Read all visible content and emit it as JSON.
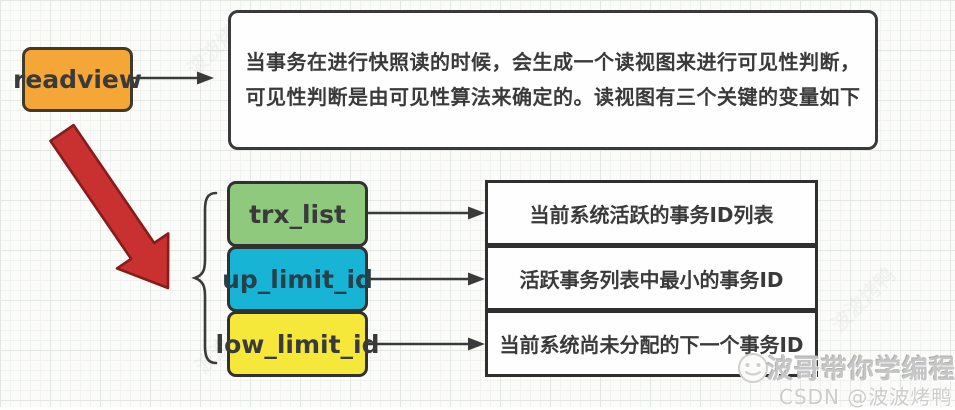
{
  "diagram": {
    "root_node": {
      "label": "readview"
    },
    "info_box": {
      "text": "当事务在进行快照读的时候，会生成一个读视图来进行可见性判断，可见性判断是由可见性算法来确定的。读视图有三个关键的变量如下"
    },
    "variables": [
      {
        "name": "trx_list",
        "description": "当前系统活跃的事务ID列表",
        "color": "#8fc97e"
      },
      {
        "name": "up_limit_id",
        "description": "活跃事务列表中最小的事务ID",
        "color": "#17b4d5"
      },
      {
        "name": "low_limit_id",
        "description": "当前系统尚未分配的下一个事务ID",
        "color": "#f5e83b"
      }
    ],
    "colors": {
      "root_node_fill": "#f4a636",
      "red_arrow_fill": "#c93030",
      "red_arrow_stroke": "#861c1c",
      "box_border": "#3a3a3a",
      "grid_line": "#e2e8e1"
    }
  },
  "watermark": {
    "brand": "波哥带你学编程",
    "attribution": "CSDN @波波烤鸭",
    "faint_text": "波波烤鸭"
  }
}
